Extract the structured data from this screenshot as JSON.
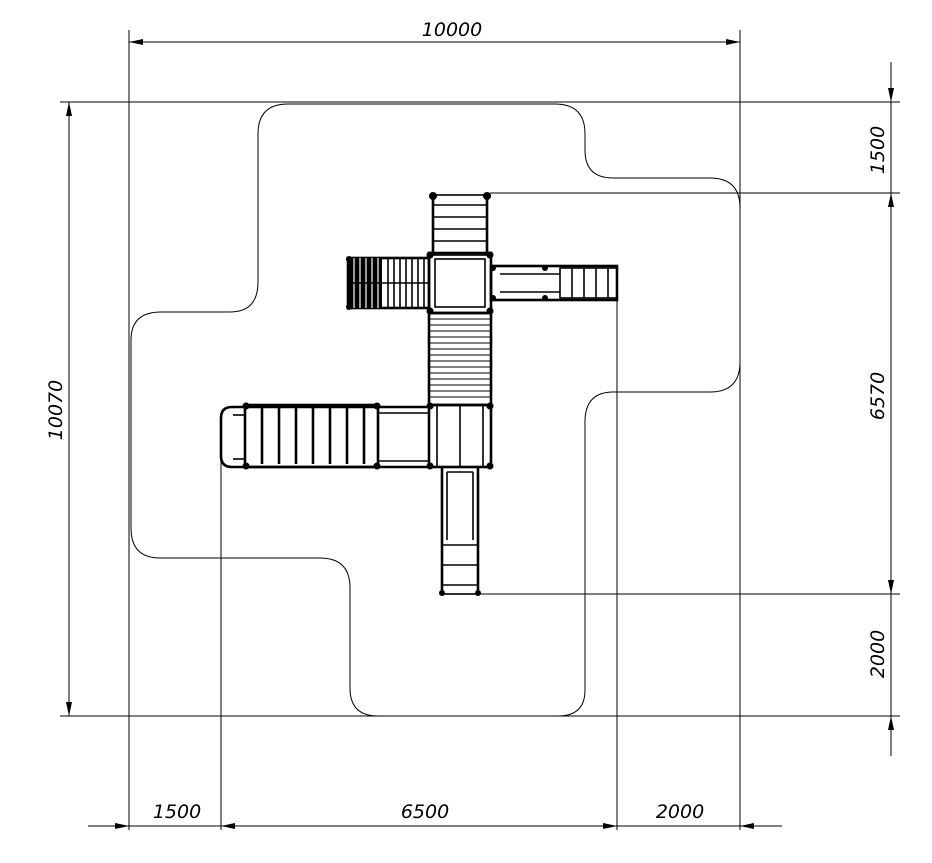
{
  "dimensions": {
    "top_width": "10000",
    "left_height": "10070",
    "right_top": "1500",
    "right_middle": "6570",
    "right_bottom": "2000",
    "bottom_left": "1500",
    "bottom_middle": "6500",
    "bottom_right": "2000"
  }
}
